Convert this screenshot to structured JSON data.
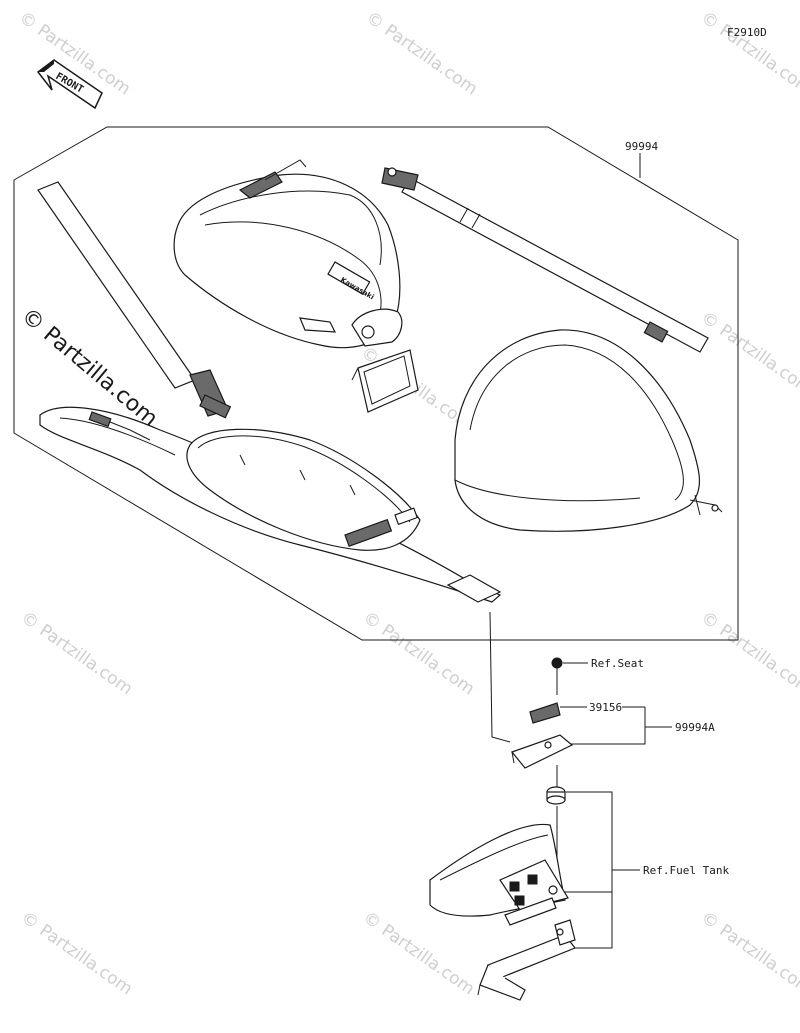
{
  "figure_code": "F2910D",
  "front_label": "FRONT",
  "watermark": "© Partzilla.com",
  "callouts": {
    "kit": "99994",
    "bolt": "Ref.Seat",
    "pad": "39156",
    "bracket_kit": "99994A",
    "fuel_tank": "Ref.Fuel Tank"
  },
  "bag_brand": "Kawasaki"
}
